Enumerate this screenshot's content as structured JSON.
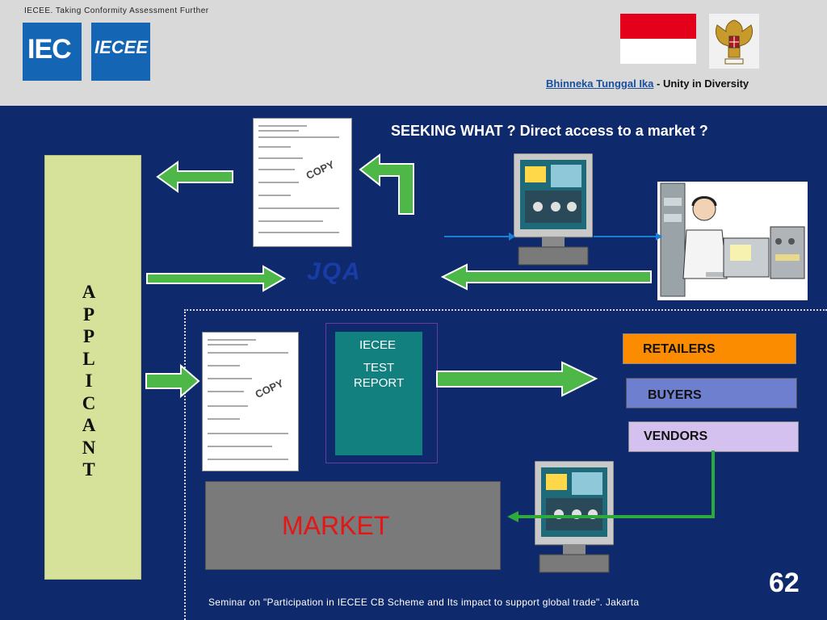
{
  "header": {
    "tagline": "IECEE. Taking Conformity Assessment Further",
    "logo_iec": "IEC",
    "logo_iecee": "IECEE",
    "motto_link": "Bhinneka Tunggal Ika",
    "motto_rest": " - Unity in Diversity"
  },
  "slide": {
    "title": "SEEKING WHAT ? Direct access to a market ?",
    "applicant_letters": [
      "A",
      "P",
      "P",
      "L",
      "I",
      "C",
      "A",
      "N",
      "T"
    ],
    "jqa_logo": "JQA",
    "report": {
      "line1": "IECEE",
      "line2": "TEST",
      "line3": "REPORT"
    },
    "boxes": {
      "retailers": "RETAILERS",
      "buyers": "BUYERS",
      "vendors": "VENDORS",
      "market": "MARKET"
    },
    "footer": "Seminar on \"Participation in IECEE CB Scheme and Its impact to support global trade\". Jakarta",
    "page_number": "62"
  },
  "colors": {
    "background": "#0f2a6c",
    "arrow_fill": "#4db848",
    "retailers": "#fb8c00",
    "buyers": "#6f7fcf",
    "vendors": "#d5c1ef",
    "report": "#138080",
    "market_text": "#e41616"
  },
  "icons": [
    "indonesia-flag",
    "garuda-emblem",
    "cb-certificate-document",
    "computer-monitor",
    "radio-operator-illustration"
  ]
}
